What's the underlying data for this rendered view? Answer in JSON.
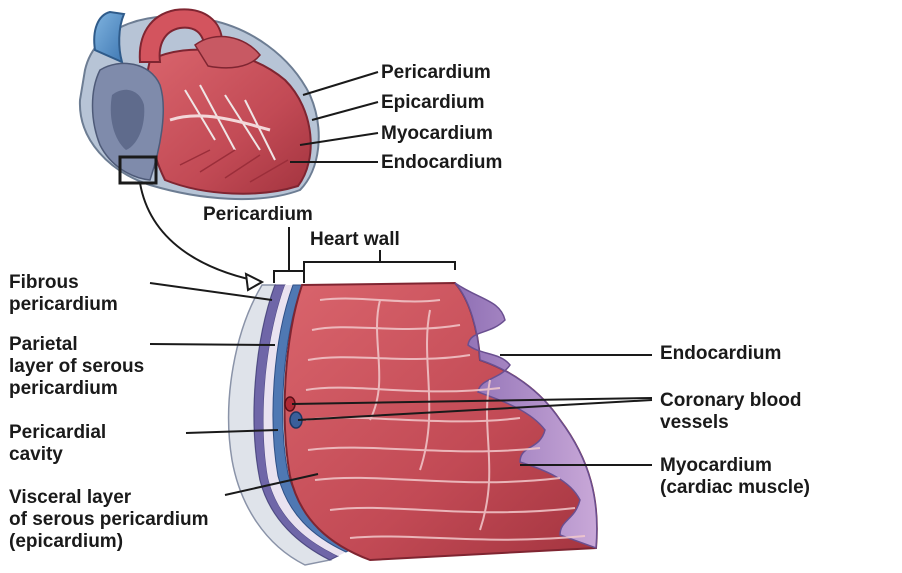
{
  "upper": {
    "pericardium": "Pericardium",
    "epicardium": "Epicardium",
    "myocardium": "Myocardium",
    "endocardium": "Endocardium"
  },
  "lower": {
    "pericardium": "Pericardium",
    "heart_wall": "Heart wall",
    "fibrous": "Fibrous\npericardium",
    "parietal": "Parietal\nlayer of serous\npericardium",
    "pericardial_cavity": "Pericardial\ncavity",
    "visceral": "Visceral layer\nof serous pericardium\n(epicardium)",
    "endocardium": "Endocardium",
    "coronary": "Coronary blood\nvessels",
    "myocardium": "Myocardium\n(cardiac muscle)"
  },
  "colors": {
    "muscle": "#c9525c",
    "muscle_dark": "#8f2f3a",
    "vessel_blue": "#5a92c8",
    "membrane_purple": "#7d6fb4",
    "endocardium_lilac": "#a783c2",
    "line": "#1a1a1a"
  }
}
